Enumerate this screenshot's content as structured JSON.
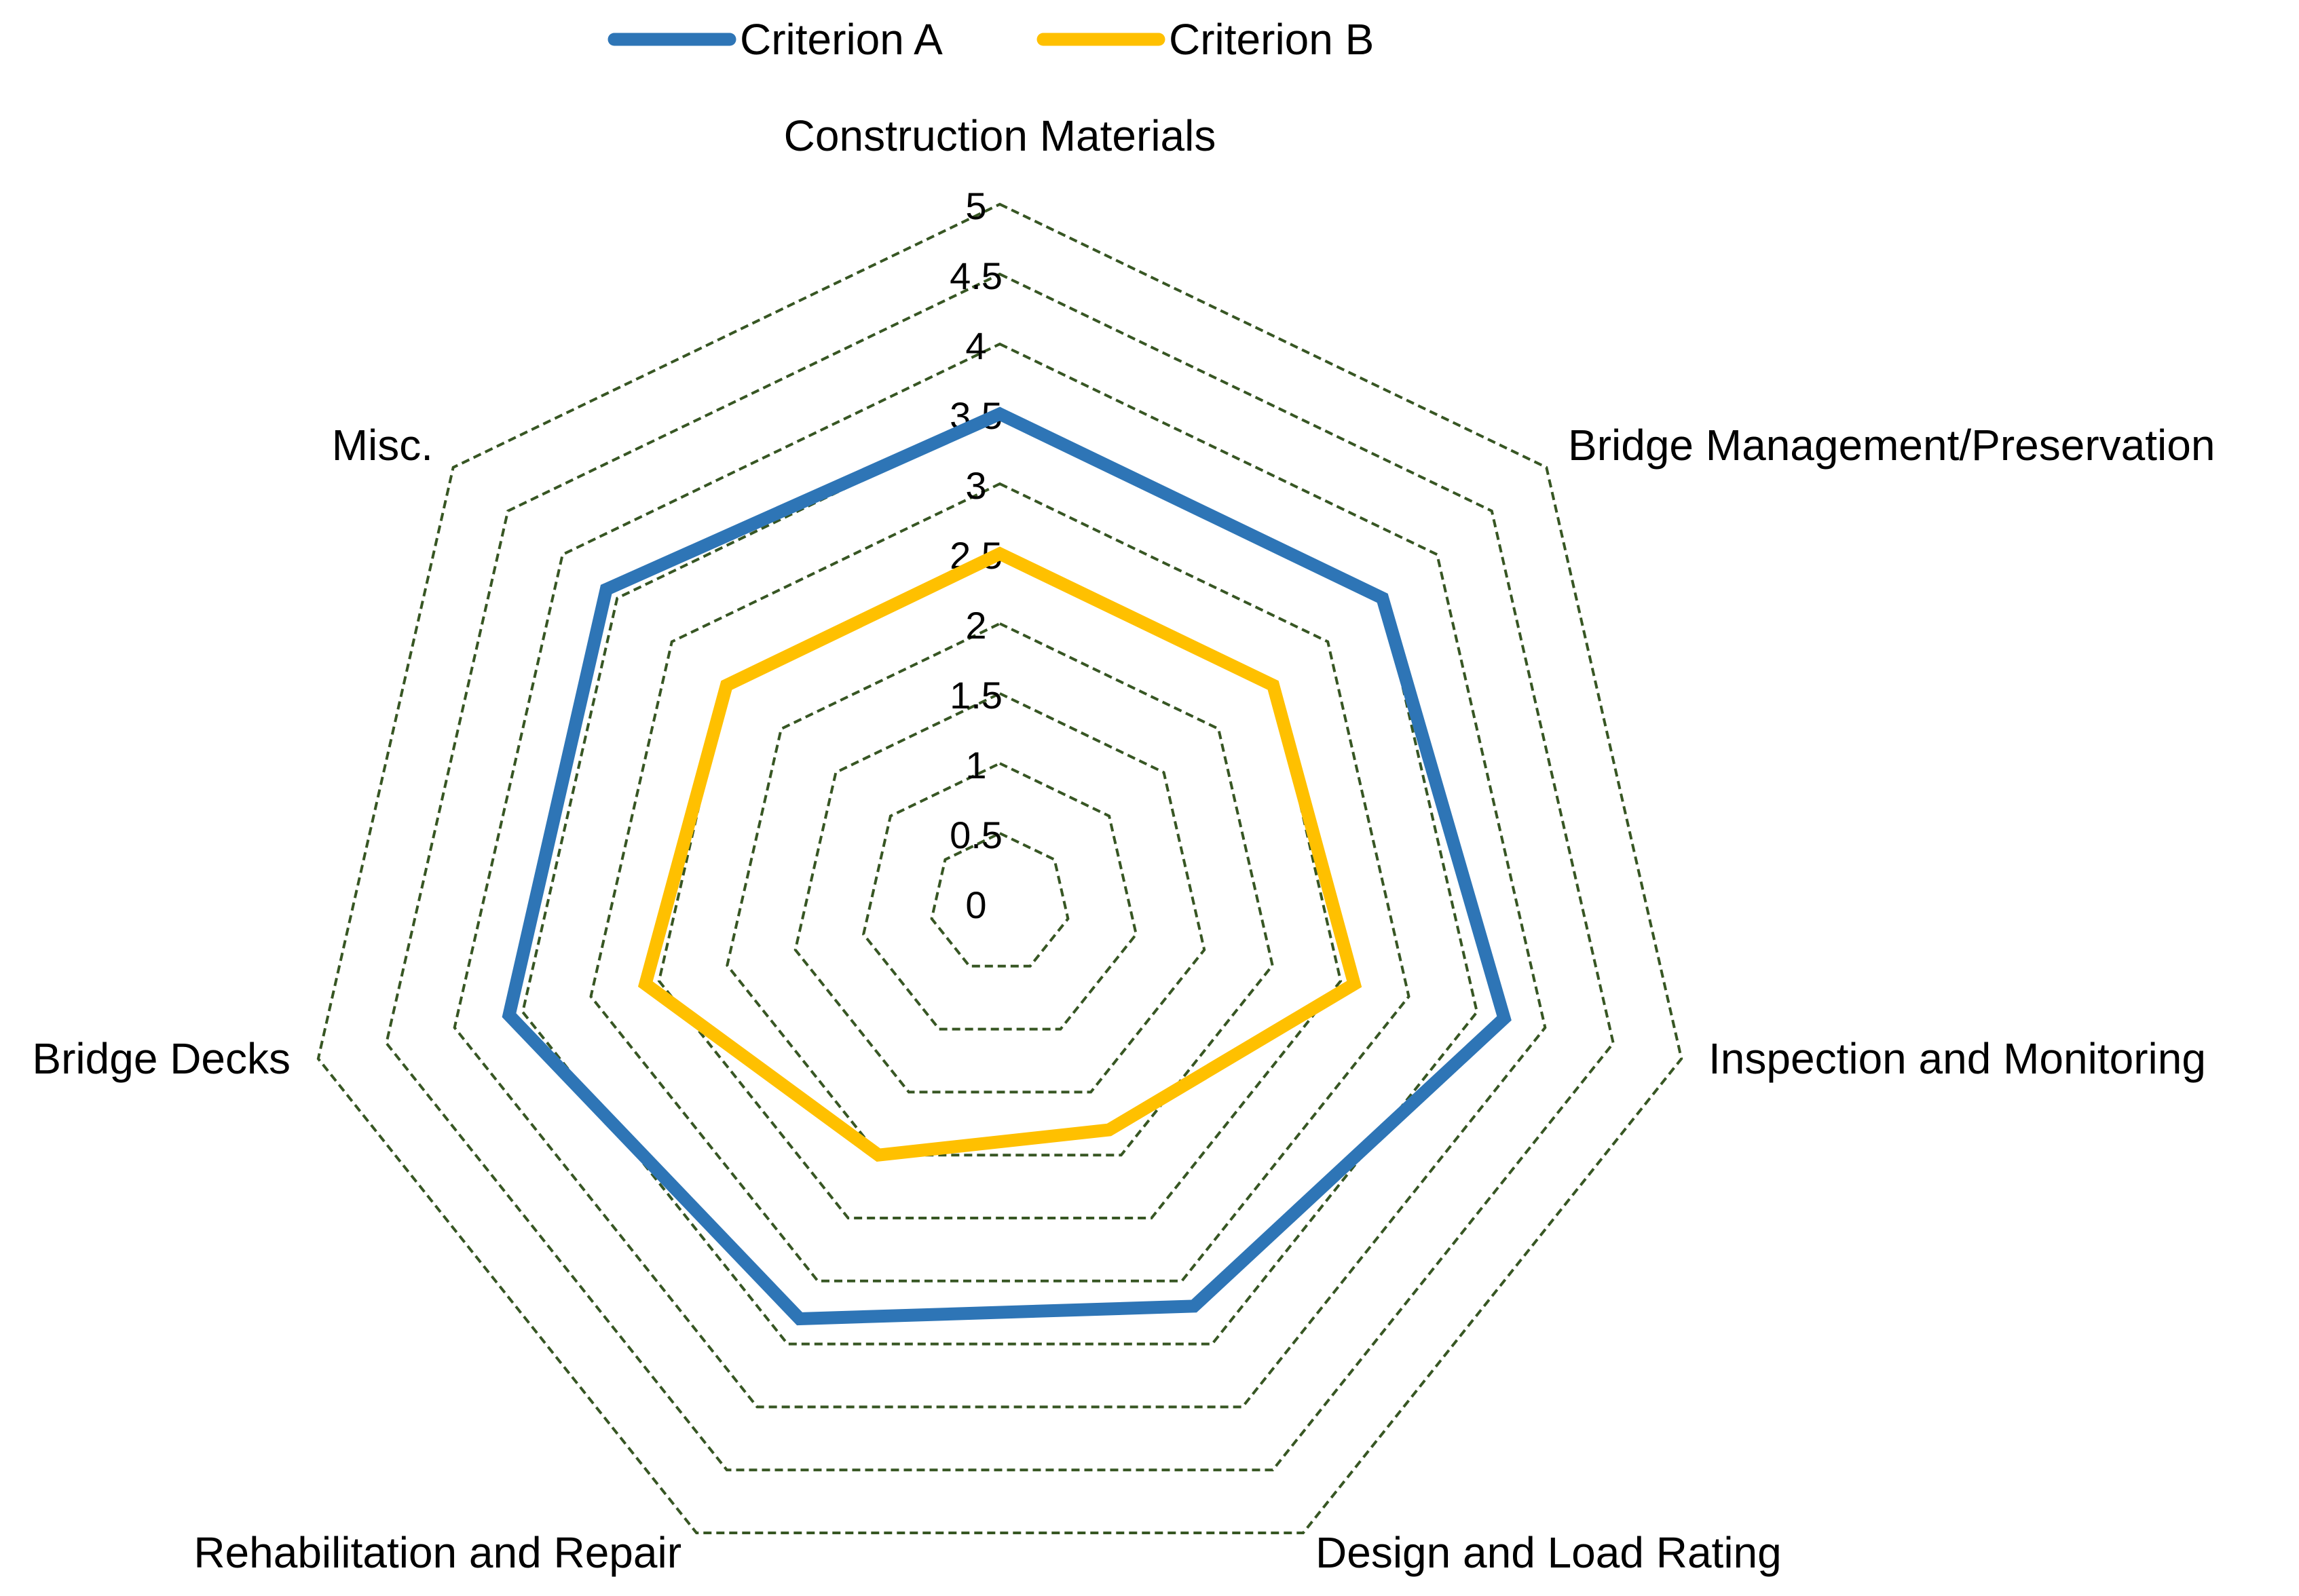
{
  "chart_data": {
    "type": "radar",
    "title": "",
    "categories": [
      "Construction Materials",
      "Bridge Management/Preservation",
      "Inspection and Monitoring",
      "Design and Load Rating",
      "Rehabilitation and Repair",
      "Bridge Decks",
      "Misc."
    ],
    "series": [
      {
        "name": "Criterion A",
        "color": "#2E75B6",
        "values": [
          3.5,
          3.5,
          3.7,
          3.2,
          3.3,
          3.6,
          3.6
        ]
      },
      {
        "name": "Criterion B",
        "color": "#FFC000",
        "values": [
          2.5,
          2.5,
          2.6,
          1.8,
          2.0,
          2.6,
          2.5
        ]
      }
    ],
    "rlim": [
      0,
      5
    ],
    "ticks": [
      "0",
      "0.5",
      "1",
      "1.5",
      "2",
      "2.5",
      "3",
      "3.5",
      "4",
      "4.5",
      "5"
    ],
    "tick_values": [
      0,
      0.5,
      1,
      1.5,
      2,
      2.5,
      3,
      3.5,
      4,
      4.5,
      5
    ],
    "gridline_color": "#375623",
    "grid": "dashed",
    "legend_position": "top"
  }
}
